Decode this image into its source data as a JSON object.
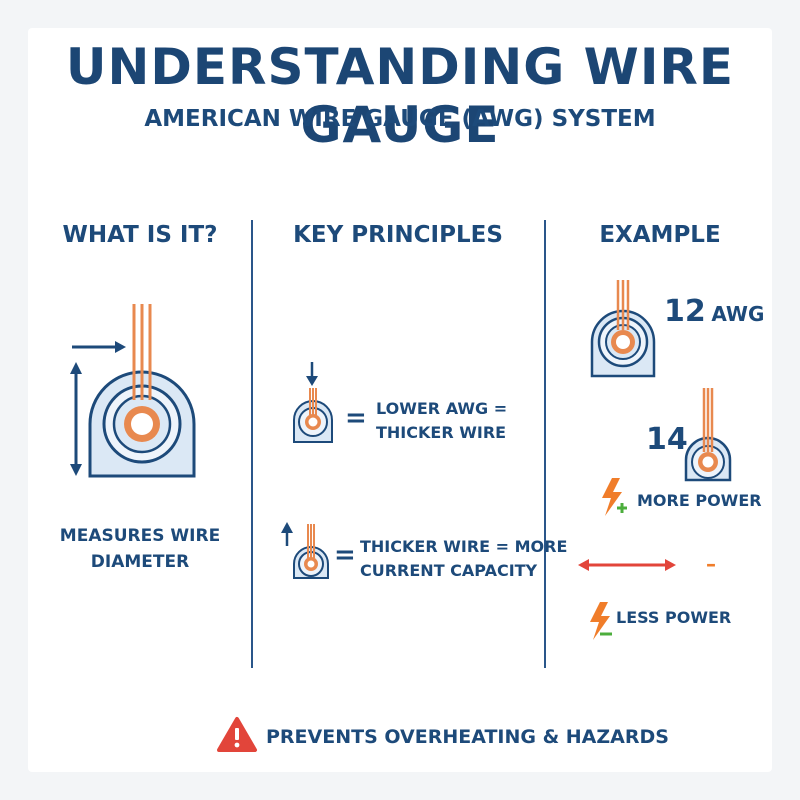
{
  "header": {
    "title": "UNDERSTANDING WIRE GAUGE",
    "subtitle": "AMERICAN WIRE GAUGE (AWG) SYSTEM"
  },
  "columns": {
    "what": {
      "heading": "WHAT IS IT?",
      "caption_line1": "MEASURES WIRE",
      "caption_line2": "DIAMETER"
    },
    "principles": {
      "heading": "KEY PRINCIPLES",
      "principle1": {
        "equals": "=",
        "line1": "LOWER AWG =",
        "line2": "THICKER WIRE"
      },
      "principle2": {
        "equals": "=",
        "line1": "THICKER WIRE = MORE",
        "line2": "CURRENT CAPACITY"
      }
    },
    "example": {
      "heading": "EXAMPLE",
      "gauge1_number": "12",
      "gauge1_unit": "AWG",
      "gauge2_number": "14",
      "more_power": "MORE POWER",
      "less_power": "LESS POWER",
      "minus_sign": "–"
    }
  },
  "footer": {
    "warning": "PREVENTS OVERHEATING & HAZARDS"
  },
  "colors": {
    "navy": "#1d4a7a",
    "copper": "#e8894f",
    "insulation": "#dbe8f5",
    "red": "#e2453a",
    "orange": "#f07d2a",
    "green": "#4cae3c"
  },
  "icons": [
    "wire-cross-section-icon",
    "arrow-down-icon",
    "arrow-up-icon",
    "lightning-icon",
    "double-arrow-icon",
    "warning-triangle-icon"
  ]
}
